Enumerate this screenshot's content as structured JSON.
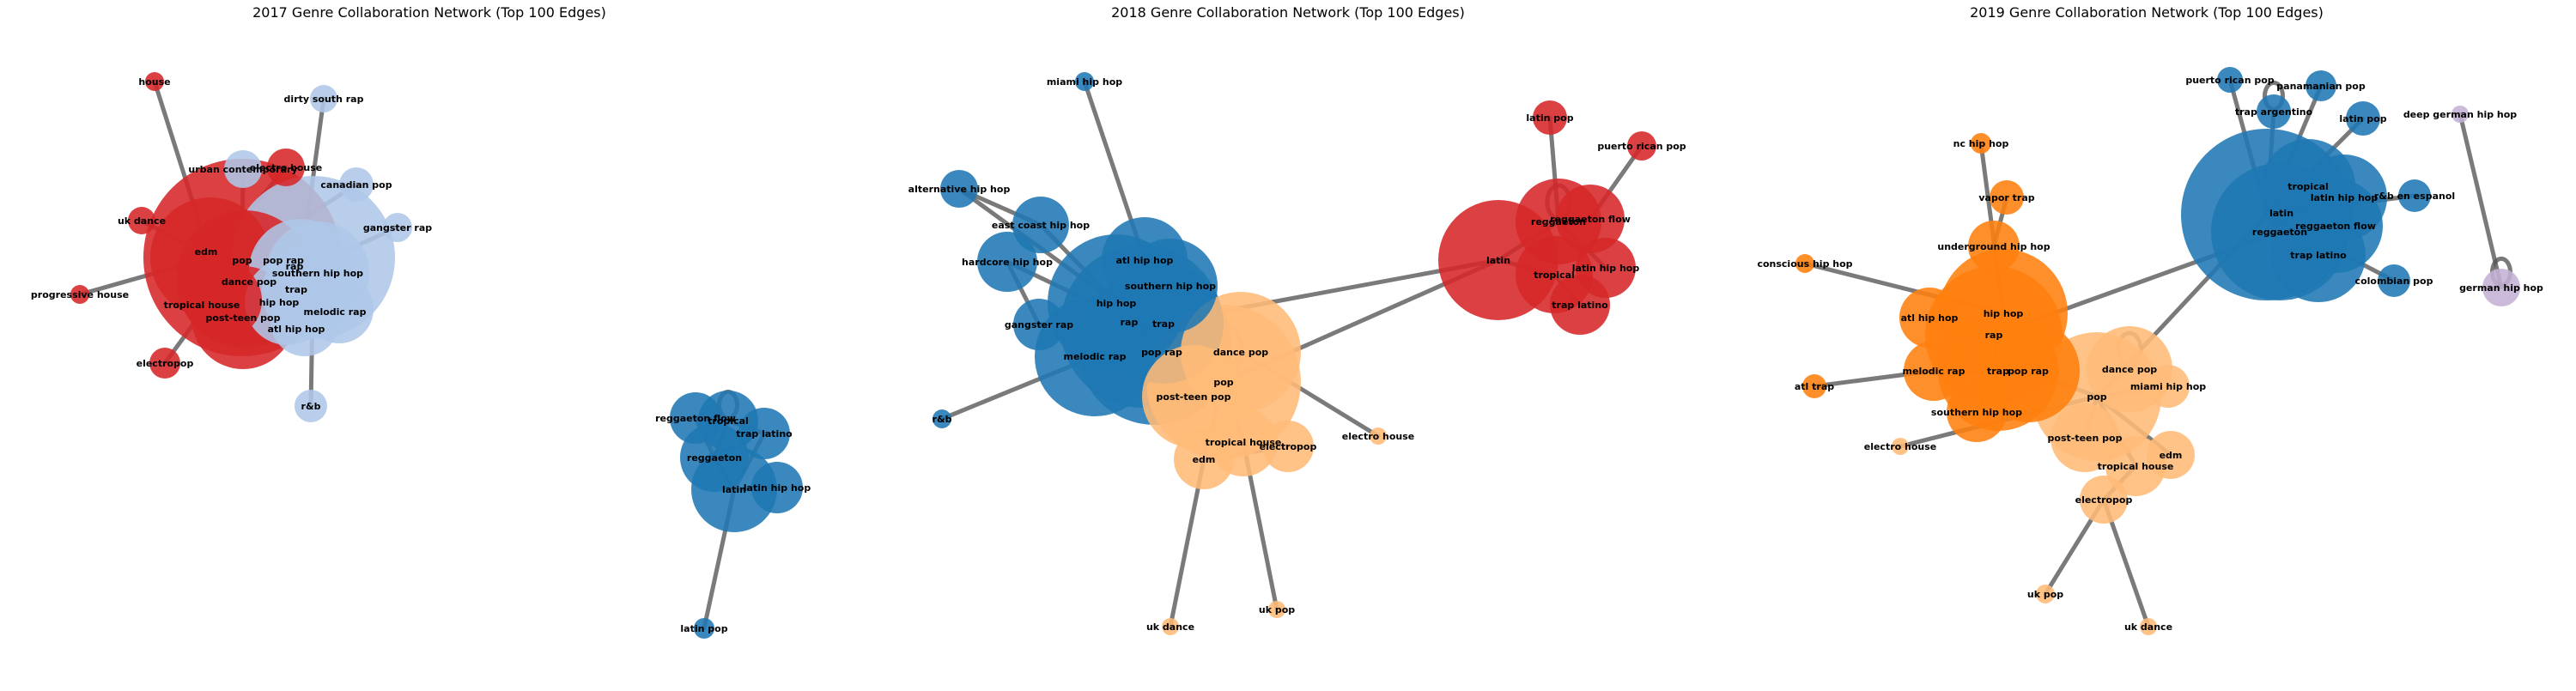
{
  "colors": {
    "blue": "#1f77b4",
    "lightblue": "#aec7e8",
    "red": "#d62728",
    "orange": "#ff7f0e",
    "lightorange": "#ffbb78",
    "purple": "#c5b0d5",
    "edge": "#555555"
  },
  "panels": [
    {
      "title": "2017 Genre Collaboration Network (Top 100 Edges)",
      "nodes": [
        {
          "label": "house",
          "color": "red",
          "size": 11
        },
        {
          "label": "dirty south rap",
          "color": "lightblue",
          "size": 16
        },
        {
          "label": "urban contemporary",
          "color": "lightblue",
          "size": 22
        },
        {
          "label": "electro house",
          "color": "red",
          "size": 22
        },
        {
          "label": "canadian pop",
          "color": "lightblue",
          "size": 20
        },
        {
          "label": "uk dance",
          "color": "red",
          "size": 16
        },
        {
          "label": "gangster rap",
          "color": "lightblue",
          "size": 17
        },
        {
          "label": "edm",
          "color": "red",
          "size": 70
        },
        {
          "label": "pop",
          "color": "red",
          "size": 115
        },
        {
          "label": "pop rap",
          "color": "lightblue",
          "size": 95
        },
        {
          "label": "rap",
          "color": "lightblue",
          "size": 60
        },
        {
          "label": "southern hip hop",
          "color": "lightblue",
          "size": 60
        },
        {
          "label": "dance pop",
          "color": "red",
          "size": 80
        },
        {
          "label": "trap",
          "color": "lightblue",
          "size": 55
        },
        {
          "label": "progressive house",
          "color": "red",
          "size": 11
        },
        {
          "label": "tropical house",
          "color": "red",
          "size": 45
        },
        {
          "label": "hip hop",
          "color": "lightblue",
          "size": 50
        },
        {
          "label": "post-teen pop",
          "color": "red",
          "size": 60
        },
        {
          "label": "melodic rap",
          "color": "lightblue",
          "size": 40
        },
        {
          "label": "atl hip hop",
          "color": "lightblue",
          "size": 40
        },
        {
          "label": "electropop",
          "color": "red",
          "size": 18
        },
        {
          "label": "r&b",
          "color": "lightblue",
          "size": 19
        }
      ],
      "edges": [
        [
          "house",
          "edm"
        ],
        [
          "dirty south rap",
          "rap"
        ],
        [
          "urban contemporary",
          "pop"
        ],
        [
          "electro house",
          "edm"
        ],
        [
          "canadian pop",
          "pop"
        ],
        [
          "uk dance",
          "edm"
        ],
        [
          "gangster rap",
          "rap"
        ],
        [
          "progressive house",
          "edm"
        ],
        [
          "electropop",
          "pop"
        ],
        [
          "r&b",
          "pop rap"
        ],
        [
          "edm",
          "pop"
        ],
        [
          "pop",
          "dance pop"
        ],
        [
          "pop rap",
          "rap"
        ],
        [
          "rap",
          "trap"
        ],
        [
          "southern hip hop",
          "hip hop"
        ],
        [
          "dance pop",
          "tropical house"
        ],
        [
          "pop",
          "post-teen pop"
        ],
        [
          "hip hop",
          "melodic rap"
        ],
        [
          "trap",
          "atl hip hop"
        ],
        [
          "pop",
          "pop rap"
        ],
        [
          "edm",
          "tropical house"
        ],
        [
          "pop rap",
          "southern hip hop"
        ]
      ]
    },
    {
      "title": "",
      "nodes": [
        {
          "label": "reggaeton flow",
          "color": "blue",
          "size": 30
        },
        {
          "label": "tropical",
          "color": "blue",
          "size": 35
        },
        {
          "label": "trap latino",
          "color": "blue",
          "size": 30
        },
        {
          "label": "reggaeton",
          "color": "blue",
          "size": 40
        },
        {
          "label": "latin hip hop",
          "color": "blue",
          "size": 30
        },
        {
          "label": "latin",
          "color": "blue",
          "size": 50
        },
        {
          "label": "latin pop",
          "color": "blue",
          "size": 12
        }
      ],
      "edges": [
        [
          "reggaeton flow",
          "tropical"
        ],
        [
          "tropical",
          "trap latino"
        ],
        [
          "reggaeton",
          "tropical"
        ],
        [
          "reggaeton",
          "latin"
        ],
        [
          "latin",
          "latin hip hop"
        ],
        [
          "trap latino",
          "latin"
        ],
        [
          "latin",
          "latin pop"
        ],
        [
          "reggaeton flow",
          "reggaeton"
        ]
      ],
      "loops": [
        "tropical"
      ]
    },
    {
      "title": "2018 Genre Collaboration Network (Top 100 Edges)",
      "nodes": [
        {
          "label": "miami hip hop",
          "color": "blue",
          "size": 11
        },
        {
          "label": "alternative hip hop",
          "color": "blue",
          "size": 22
        },
        {
          "label": "east coast hip hop",
          "color": "blue",
          "size": 33
        },
        {
          "label": "hardcore hip hop",
          "color": "blue",
          "size": 35
        },
        {
          "label": "atl hip hop",
          "color": "blue",
          "size": 50
        },
        {
          "label": "southern hip hop",
          "color": "blue",
          "size": 55
        },
        {
          "label": "hip hop",
          "color": "blue",
          "size": 80
        },
        {
          "label": "rap",
          "color": "blue",
          "size": 95
        },
        {
          "label": "trap",
          "color": "blue",
          "size": 70
        },
        {
          "label": "gangster rap",
          "color": "blue",
          "size": 30
        },
        {
          "label": "melodic rap",
          "color": "blue",
          "size": 70
        },
        {
          "label": "pop rap",
          "color": "blue",
          "size": 90
        },
        {
          "label": "dance pop",
          "color": "lightorange",
          "size": 70
        },
        {
          "label": "pop",
          "color": "lightorange",
          "size": 90
        },
        {
          "label": "post-teen pop",
          "color": "lightorange",
          "size": 60
        },
        {
          "label": "r&b",
          "color": "blue",
          "size": 11
        },
        {
          "label": "tropical house",
          "color": "lightorange",
          "size": 40
        },
        {
          "label": "electropop",
          "color": "lightorange",
          "size": 30
        },
        {
          "label": "edm",
          "color": "lightorange",
          "size": 35
        },
        {
          "label": "electro house",
          "color": "lightorange",
          "size": 10
        },
        {
          "label": "uk dance",
          "color": "lightorange",
          "size": 10
        },
        {
          "label": "uk pop",
          "color": "lightorange",
          "size": 10
        },
        {
          "label": "latin pop",
          "color": "red",
          "size": 20
        },
        {
          "label": "puerto rican pop",
          "color": "red",
          "size": 17
        },
        {
          "label": "reggaeton",
          "color": "red",
          "size": 50
        },
        {
          "label": "reggaeton flow",
          "color": "red",
          "size": 40
        },
        {
          "label": "latin",
          "color": "red",
          "size": 70
        },
        {
          "label": "latin hip hop",
          "color": "red",
          "size": 35
        },
        {
          "label": "tropical",
          "color": "red",
          "size": 45
        },
        {
          "label": "trap latino",
          "color": "red",
          "size": 35
        }
      ],
      "edges": [
        [
          "miami hip hop",
          "atl hip hop"
        ],
        [
          "alternative hip hop",
          "hip hop"
        ],
        [
          "east coast hip hop",
          "hip hop"
        ],
        [
          "hardcore hip hop",
          "rap"
        ],
        [
          "gangster rap",
          "rap"
        ],
        [
          "r&b",
          "melodic rap"
        ],
        [
          "atl hip hop",
          "rap"
        ],
        [
          "southern hip hop",
          "trap"
        ],
        [
          "hip hop",
          "rap"
        ],
        [
          "rap",
          "pop rap"
        ],
        [
          "trap",
          "melodic rap"
        ],
        [
          "pop rap",
          "pop"
        ],
        [
          "dance pop",
          "pop"
        ],
        [
          "pop",
          "post-teen pop"
        ],
        [
          "pop",
          "tropical house"
        ],
        [
          "pop",
          "edm"
        ],
        [
          "edm",
          "electropop"
        ],
        [
          "dance pop",
          "electro house"
        ],
        [
          "edm",
          "uk dance"
        ],
        [
          "tropical house",
          "uk pop"
        ],
        [
          "pop",
          "latin"
        ],
        [
          "rap",
          "latin"
        ],
        [
          "latin",
          "reggaeton"
        ],
        [
          "latin",
          "tropical"
        ],
        [
          "reggaeton",
          "reggaeton flow"
        ],
        [
          "reggaeton",
          "latin pop"
        ],
        [
          "reggaeton flow",
          "puerto rican pop"
        ],
        [
          "tropical",
          "trap latino"
        ],
        [
          "reggaeton",
          "latin hip hop"
        ],
        [
          "alternative hip hop",
          "east coast hip hop"
        ],
        [
          "hardcore hip hop",
          "gangster rap"
        ]
      ],
      "loops": [
        "pop",
        "reggaeton"
      ]
    },
    {
      "title": "2019 Genre Collaboration Network (Top 100 Edges)",
      "nodes": [
        {
          "label": "nc hip hop",
          "color": "orange",
          "size": 12
        },
        {
          "label": "vapor trap",
          "color": "orange",
          "size": 20
        },
        {
          "label": "underground hip hop",
          "color": "orange",
          "size": 30
        },
        {
          "label": "conscious hip hop",
          "color": "orange",
          "size": 11
        },
        {
          "label": "hip hop",
          "color": "orange",
          "size": 75
        },
        {
          "label": "atl hip hop",
          "color": "orange",
          "size": 35
        },
        {
          "label": "rap",
          "color": "orange",
          "size": 80
        },
        {
          "label": "melodic rap",
          "color": "orange",
          "size": 35
        },
        {
          "label": "trap",
          "color": "orange",
          "size": 70
        },
        {
          "label": "pop rap",
          "color": "orange",
          "size": 60
        },
        {
          "label": "atl trap",
          "color": "orange",
          "size": 14
        },
        {
          "label": "southern hip hop",
          "color": "orange",
          "size": 35
        },
        {
          "label": "electro house",
          "color": "lightorange",
          "size": 10
        },
        {
          "label": "dance pop",
          "color": "lightorange",
          "size": 50
        },
        {
          "label": "miami hip hop",
          "color": "lightorange",
          "size": 25
        },
        {
          "label": "pop",
          "color": "lightorange",
          "size": 75
        },
        {
          "label": "post-teen pop",
          "color": "lightorange",
          "size": 40
        },
        {
          "label": "edm",
          "color": "lightorange",
          "size": 28
        },
        {
          "label": "tropical house",
          "color": "lightorange",
          "size": 35
        },
        {
          "label": "electropop",
          "color": "lightorange",
          "size": 28
        },
        {
          "label": "uk pop",
          "color": "lightorange",
          "size": 11
        },
        {
          "label": "uk dance",
          "color": "lightorange",
          "size": 10
        },
        {
          "label": "puerto rican pop",
          "color": "blue",
          "size": 15
        },
        {
          "label": "panamanian pop",
          "color": "blue",
          "size": 18
        },
        {
          "label": "trap argentino",
          "color": "blue",
          "size": 20
        },
        {
          "label": "latin pop",
          "color": "blue",
          "size": 20
        },
        {
          "label": "deep german hip hop",
          "color": "purple",
          "size": 10
        },
        {
          "label": "tropical",
          "color": "blue",
          "size": 55
        },
        {
          "label": "latin hip hop",
          "color": "blue",
          "size": 50
        },
        {
          "label": "r&b en espanol",
          "color": "blue",
          "size": 19
        },
        {
          "label": "latin",
          "color": "blue",
          "size": 100
        },
        {
          "label": "reggaeton flow",
          "color": "blue",
          "size": 55
        },
        {
          "label": "reggaeton",
          "color": "blue",
          "size": 80
        },
        {
          "label": "trap latino",
          "color": "blue",
          "size": 55
        },
        {
          "label": "colombian pop",
          "color": "blue",
          "size": 19
        },
        {
          "label": "german hip hop",
          "color": "purple",
          "size": 22
        }
      ],
      "edges": [
        [
          "nc hip hop",
          "hip hop"
        ],
        [
          "vapor trap",
          "underground hip hop"
        ],
        [
          "underground hip hop",
          "hip hop"
        ],
        [
          "conscious hip hop",
          "hip hop"
        ],
        [
          "atl hip hop",
          "rap"
        ],
        [
          "melodic rap",
          "trap"
        ],
        [
          "atl trap",
          "melodic rap"
        ],
        [
          "hip hop",
          "rap"
        ],
        [
          "rap",
          "trap"
        ],
        [
          "trap",
          "pop rap"
        ],
        [
          "southern hip hop",
          "trap"
        ],
        [
          "pop rap",
          "pop"
        ],
        [
          "electro house",
          "pop"
        ],
        [
          "pop",
          "dance pop"
        ],
        [
          "pop",
          "miami hip hop"
        ],
        [
          "pop",
          "post-teen pop"
        ],
        [
          "pop",
          "edm"
        ],
        [
          "pop",
          "tropical house"
        ],
        [
          "tropical house",
          "electropop"
        ],
        [
          "electropop",
          "uk pop"
        ],
        [
          "electropop",
          "uk dance"
        ],
        [
          "pop",
          "latin"
        ],
        [
          "rap",
          "reggaeton"
        ],
        [
          "latin",
          "tropical"
        ],
        [
          "latin",
          "reggaeton"
        ],
        [
          "reggaeton",
          "reggaeton flow"
        ],
        [
          "latin",
          "latin hip hop"
        ],
        [
          "latin",
          "trap latino"
        ],
        [
          "latin",
          "colombian pop"
        ],
        [
          "latin",
          "r&b en espanol"
        ],
        [
          "latin",
          "puerto rican pop"
        ],
        [
          "latin",
          "panamanian pop"
        ],
        [
          "latin",
          "trap argentino"
        ],
        [
          "latin",
          "latin pop"
        ],
        [
          "deep german hip hop",
          "german hip hop"
        ]
      ],
      "loops": [
        "dance pop",
        "trap argentino",
        "german hip hop"
      ]
    }
  ]
}
